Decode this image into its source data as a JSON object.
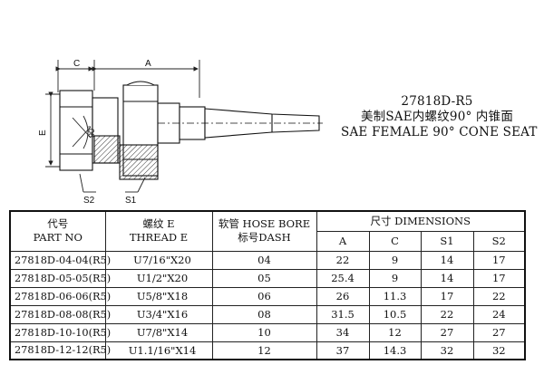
{
  "title": {
    "model": "27818D-R5",
    "cn_description": "美制SAE内螺纹90° 内锥面",
    "en_description": "SAE FEMALE 90° CONE SEAT"
  },
  "drawing_labels": {
    "dim_c": "C",
    "dim_a": "A",
    "dim_e": "E",
    "angle": "90°",
    "s2": "S2",
    "s1": "S1"
  },
  "table": {
    "headers": {
      "part_cn": "代号",
      "part_en": "PART NO",
      "thread_cn": "螺纹 E",
      "thread_en": "THREAD E",
      "hose_line1": "软管 HOSE BORE",
      "hose_line2": "标号DASH",
      "dimensions": "尺寸  DIMENSIONS",
      "col_a": "A",
      "col_c": "C",
      "col_s1": "S1",
      "col_s2": "S2"
    },
    "rows": [
      {
        "part": "27818D-04-04(R5)",
        "thread": "U7/16\"X20",
        "dash": "04",
        "a": "22",
        "c": "9",
        "s1": "14",
        "s2": "17"
      },
      {
        "part": "27818D-05-05(R5)",
        "thread": "U1/2\"X20",
        "dash": "05",
        "a": "25.4",
        "c": "9",
        "s1": "14",
        "s2": "17"
      },
      {
        "part": "27818D-06-06(R5)",
        "thread": "U5/8\"X18",
        "dash": "06",
        "a": "26",
        "c": "11.3",
        "s1": "17",
        "s2": "22"
      },
      {
        "part": "27818D-08-08(R5)",
        "thread": "U3/4\"X16",
        "dash": "08",
        "a": "31.5",
        "c": "10.5",
        "s1": "22",
        "s2": "24"
      },
      {
        "part": "27818D-10-10(R5)",
        "thread": "U7/8\"X14",
        "dash": "10",
        "a": "34",
        "c": "12",
        "s1": "27",
        "s2": "27"
      },
      {
        "part": "27818D-12-12(R5)",
        "thread": "U1.1/16\"X14",
        "dash": "12",
        "a": "37",
        "c": "14.3",
        "s1": "32",
        "s2": "32"
      }
    ]
  }
}
